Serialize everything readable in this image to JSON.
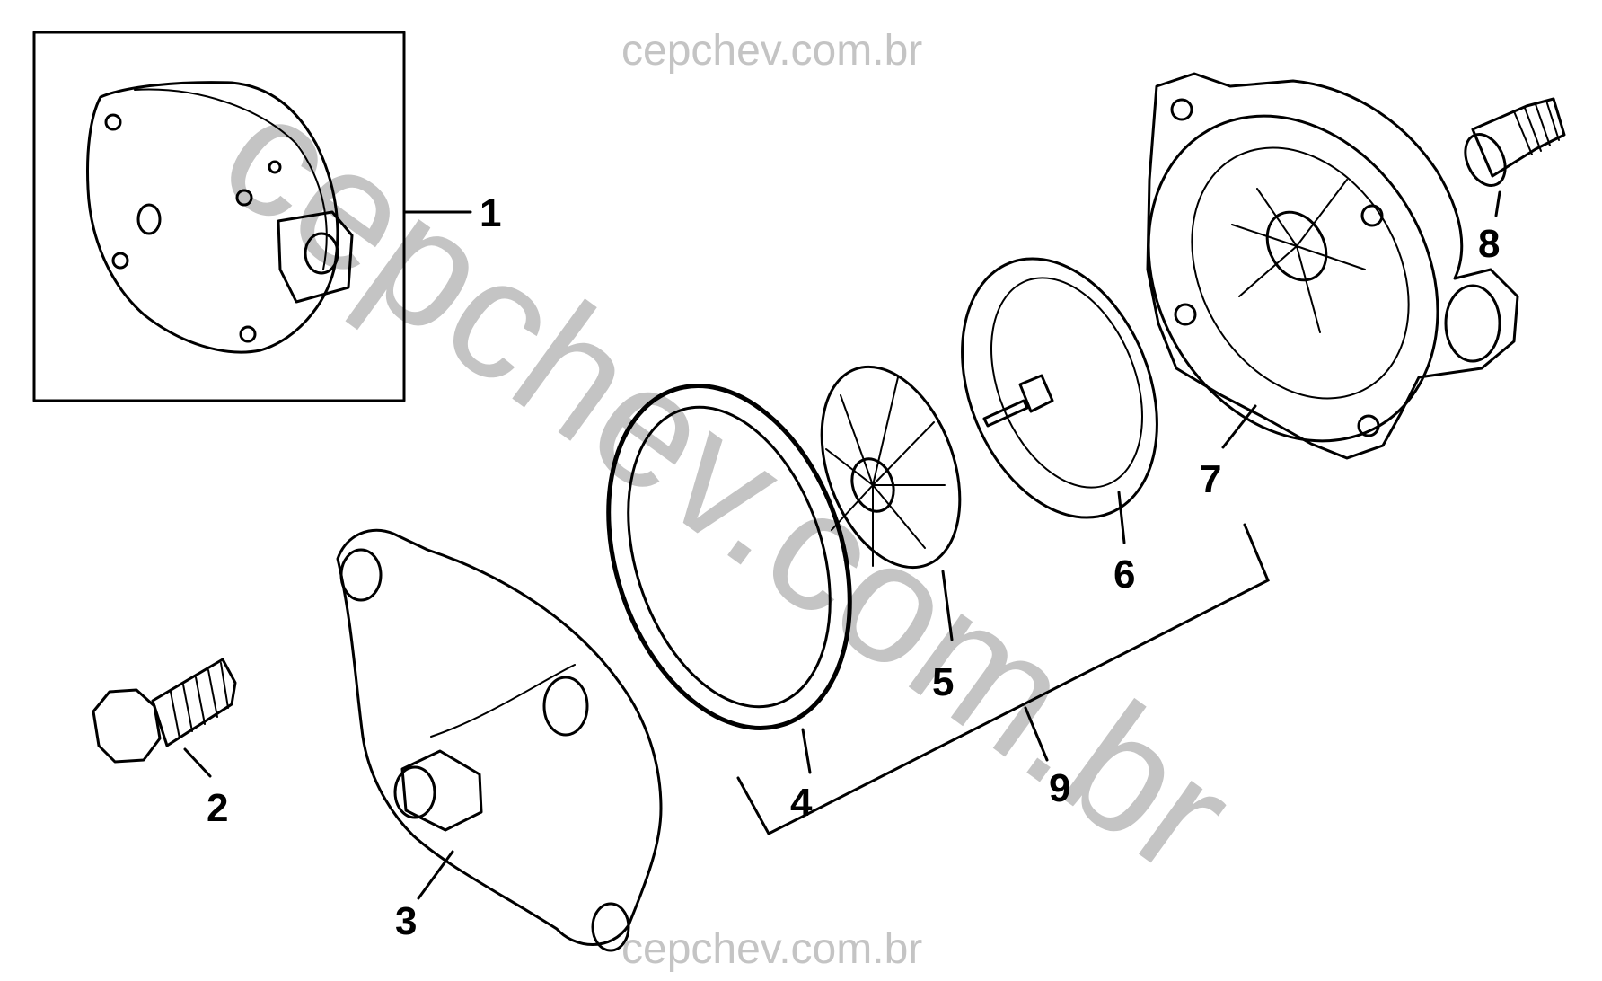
{
  "watermark": {
    "header": "cepchev.com.br",
    "diagonal": "cepchev.com.br",
    "footer": "cepchev.com.br",
    "color": "#c4c4c4"
  },
  "callouts": [
    "1",
    "2",
    "3",
    "4",
    "5",
    "6",
    "7",
    "8",
    "9"
  ]
}
